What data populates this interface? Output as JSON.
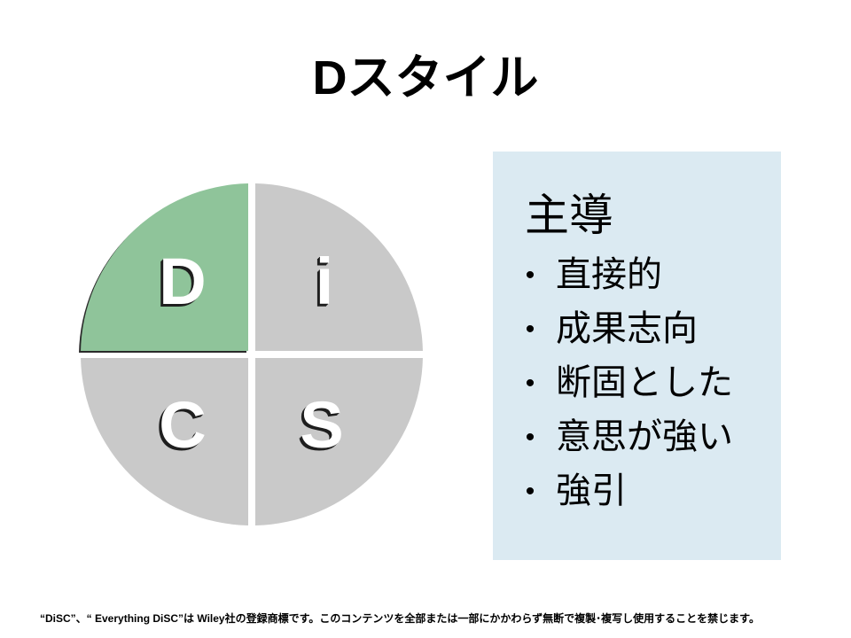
{
  "slide": {
    "title": "Dスタイル"
  },
  "disc_diagram": {
    "quadrants": [
      {
        "letter": "D",
        "color": "#8fc49a"
      },
      {
        "letter": "i",
        "color": "#c9c9c9"
      },
      {
        "letter": "C",
        "color": "#c9c9c9"
      },
      {
        "letter": "S",
        "color": "#c9c9c9"
      }
    ]
  },
  "info_panel": {
    "background_color": "#dbeaf2",
    "heading": "主導",
    "bullets": [
      "直接的",
      "成果志向",
      "断固とした",
      "意思が強い",
      "強引"
    ]
  },
  "footer": {
    "copyright_notice": "“DiSC”、“ Everything DiSC”は Wiley社の登録商標です。このコンテンツを全部または一部にかかわらず無断で複製･複写し使用することを禁じます。"
  }
}
